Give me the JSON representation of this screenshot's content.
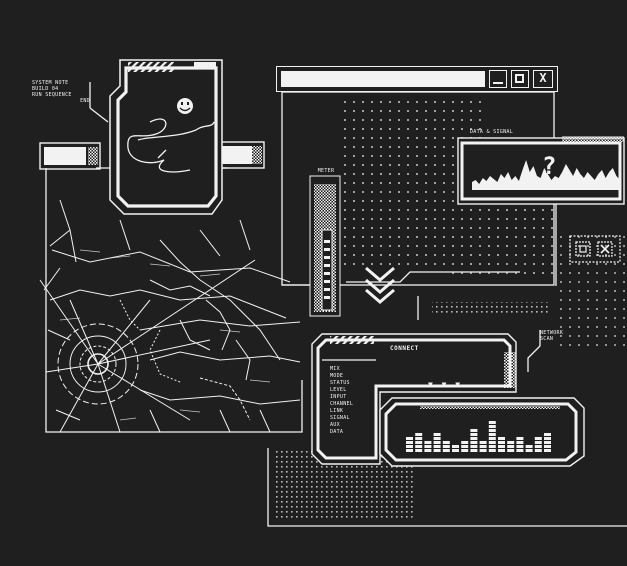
{
  "colors": {
    "background": "#1f1f1f",
    "line": "#f2f2f2",
    "dot": "#9a9a9a"
  },
  "main_window": {
    "title": "",
    "buttons": [
      {
        "name": "minimize",
        "icon": "minimize-icon",
        "glyph": "_"
      },
      {
        "name": "maximize",
        "icon": "maximize-icon",
        "glyph": "□"
      },
      {
        "name": "close",
        "icon": "close-icon",
        "glyph": "X"
      }
    ]
  },
  "mini_window": {
    "buttons": [
      {
        "name": "maximize",
        "icon": "maximize-icon"
      },
      {
        "name": "close",
        "icon": "close-icon"
      }
    ]
  },
  "chart_panel": {
    "header": "DATA & SIGNAL",
    "mark": "?",
    "icon": "question-mark-icon"
  },
  "device_panel": {
    "header": "CONNECT",
    "arrows": "▼ ▼ ▼",
    "list": [
      "MIX",
      "MODE",
      "STATUS",
      "LEVEL",
      "INPUT",
      "CHANNEL",
      "LINK",
      "SIGNAL",
      "AUX",
      "DATA"
    ]
  },
  "equalizer": {
    "levels": [
      0.55,
      0.7,
      0.45,
      0.6,
      0.4,
      0.3,
      0.45,
      0.85,
      0.45,
      1.0,
      0.55,
      0.35,
      0.5,
      0.3,
      0.55,
      0.6
    ]
  },
  "memo_panel": {
    "sketch_icon": "scribble-icon",
    "face_icon": "smiley-icon"
  },
  "level_meter": {
    "label": "METER",
    "level": 0.35
  },
  "text_blocks": {
    "top_left": [
      "SYSTEM NOTE",
      "BUILD 04",
      "RUN SEQUENCE",
      "END"
    ],
    "right": [
      "NETWORK",
      "SCAN"
    ]
  },
  "chevrons_icon": "chevrons-down-icon"
}
